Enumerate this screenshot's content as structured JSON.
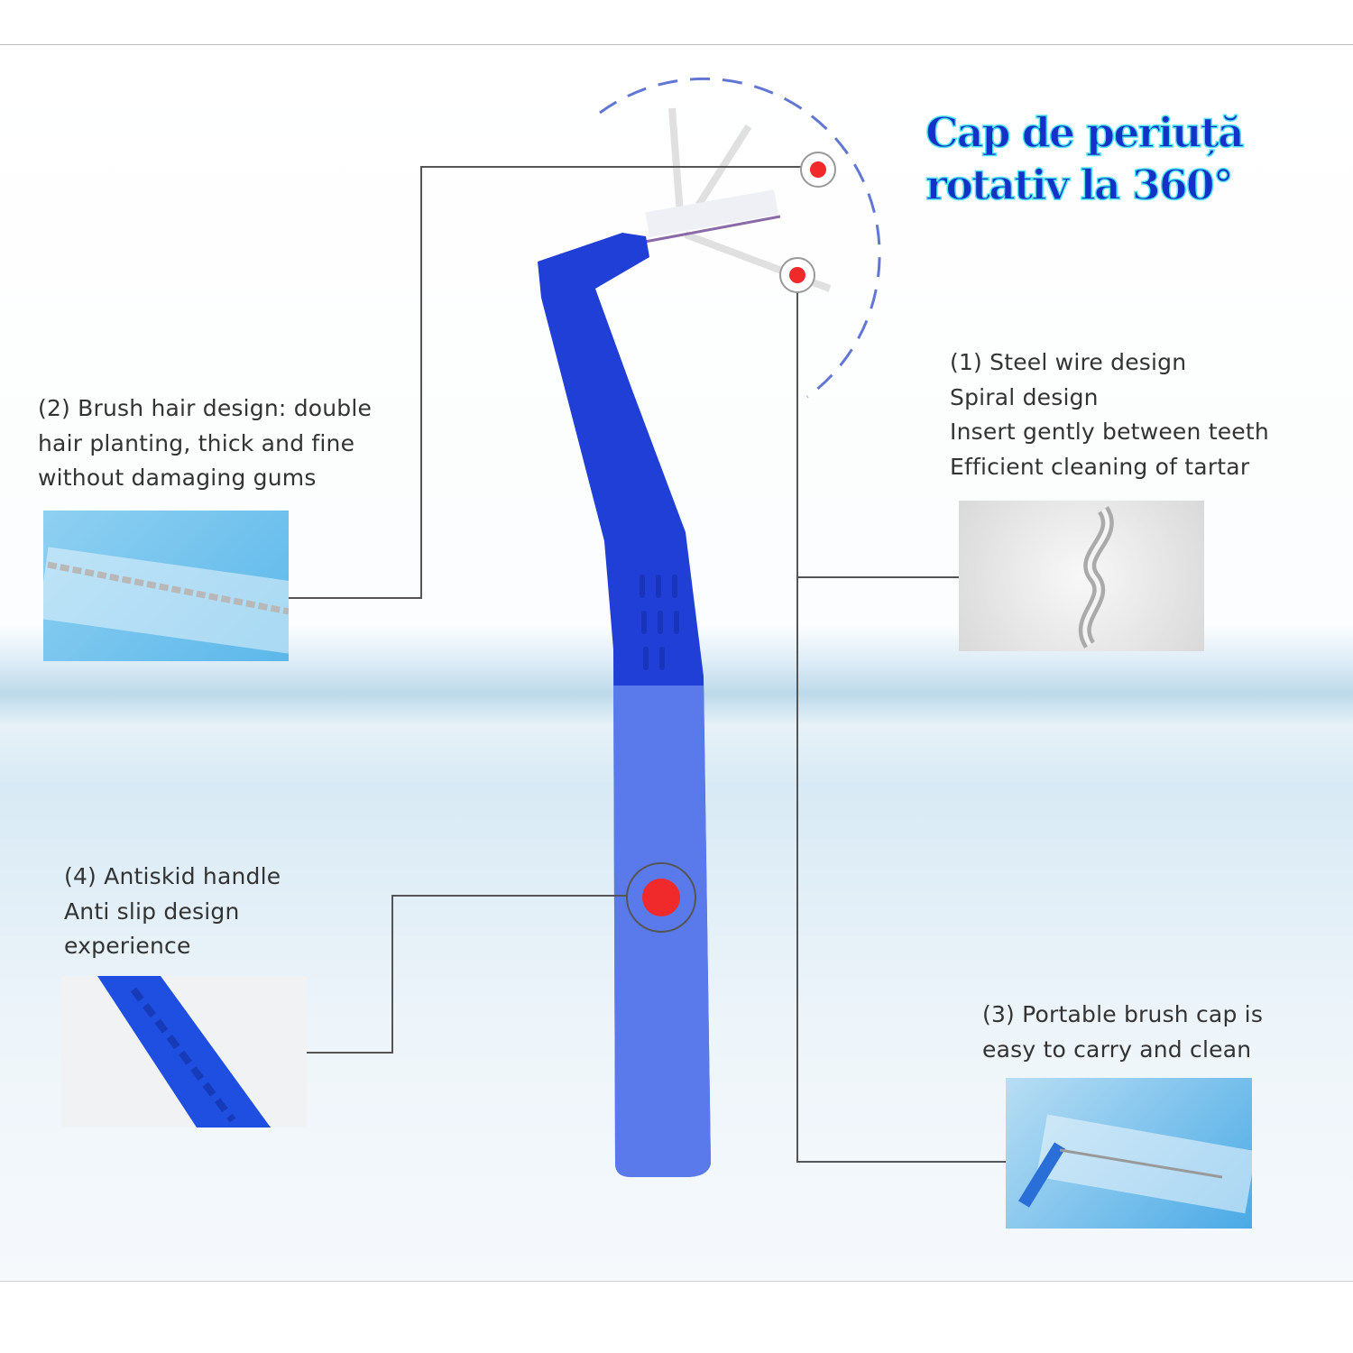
{
  "title": {
    "line1": "Cap de periuță",
    "line2": "rotativ la 360°"
  },
  "features": {
    "steel_wire": [
      "(1) Steel wire design",
      "Spiral design",
      "Insert gently between teeth",
      "Efficient cleaning of tartar"
    ],
    "brush_hair": [
      "(2) Brush hair design: double",
      "hair planting, thick and fine",
      "without damaging gums"
    ],
    "brush_cap": [
      "(3) Portable brush cap is",
      "easy to carry and clean"
    ],
    "handle": [
      "(4) Antiskid handle",
      "Anti slip design",
      "experience"
    ]
  },
  "colors": {
    "brush_blue": "#1f3fd6",
    "marker_red": "#f02a2a",
    "title_blue": "#1532c8",
    "title_outline": "#4fe6f0"
  }
}
